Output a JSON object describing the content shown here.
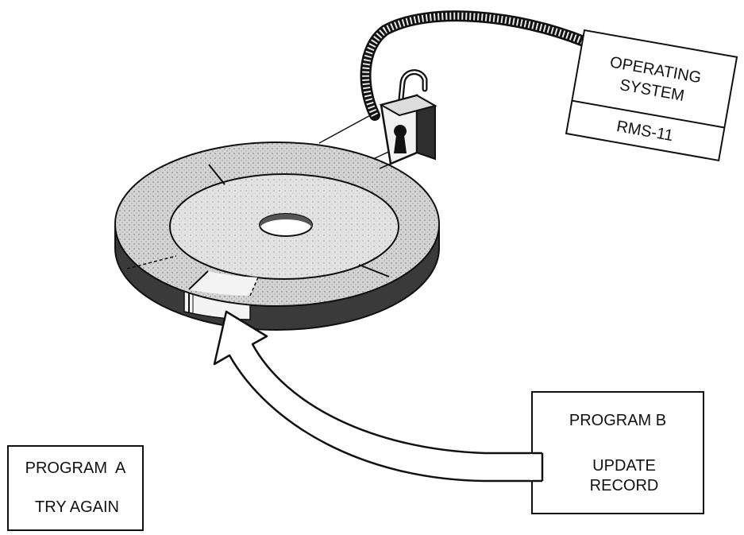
{
  "os_box": {
    "title_line1": "OPERATING",
    "title_line2": "SYSTEM",
    "subtitle": "RMS-11"
  },
  "program_a": {
    "name": "PROGRAM  A",
    "status": "TRY AGAIN"
  },
  "program_b": {
    "name": "PROGRAM B",
    "action_line1": "UPDATE",
    "action_line2": "RECORD"
  },
  "icons": [
    "disk-icon",
    "padlock-icon",
    "cable-icon",
    "curved-arrow-icon"
  ],
  "colors": {
    "ink": "#111111",
    "paper": "#ffffff",
    "disk_gray": "#c9c9c9",
    "disk_dark": "#3a3a3a"
  }
}
